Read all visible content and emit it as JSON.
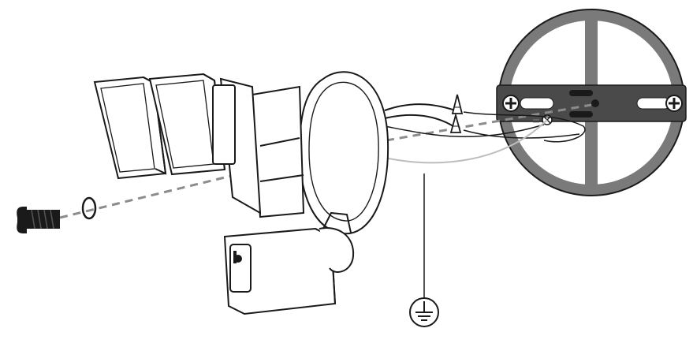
{
  "diagram": {
    "kind": "exploded-installation-illustration",
    "parts": [
      {
        "id": "mounting-screw",
        "icon": "screw-icon"
      },
      {
        "id": "o-ring-washer",
        "icon": "ring-icon"
      },
      {
        "id": "twin-flood-light-heads",
        "icon": "lamp-head-icon"
      },
      {
        "id": "motion-sensor",
        "icon": "sensor-icon"
      },
      {
        "id": "light-base-housing",
        "icon": "housing-icon"
      },
      {
        "id": "wire-nuts",
        "icon": "wire-nut-icon"
      },
      {
        "id": "mounting-bracket",
        "icon": "bracket-icon"
      },
      {
        "id": "junction-box",
        "icon": "junction-box-icon"
      },
      {
        "id": "ground-wire",
        "icon": "ground-icon"
      }
    ],
    "colors": {
      "outline": "#1a1a1a",
      "junction_box": "#7a7a7a",
      "bracket": "#4a4a4a",
      "dashed_axis": "#8c8c8c",
      "background": "#ffffff"
    }
  }
}
